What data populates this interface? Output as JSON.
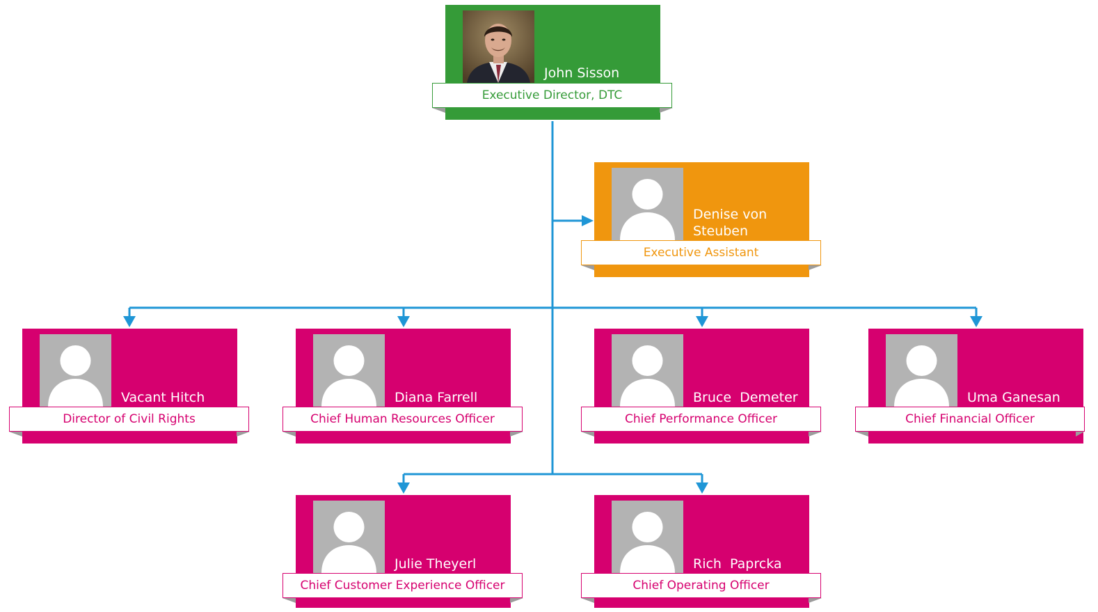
{
  "colors": {
    "connector": "#1f96d6",
    "executive": "#359b38",
    "assistant": "#f0960e",
    "direct_report": "#d6006f",
    "placeholder_photo": "#b3b3b3"
  },
  "org": {
    "head": {
      "name": "John Sisson",
      "title": "Executive Director, DTC",
      "photo": "portrait-photo"
    },
    "assistant": {
      "name": "Denise von Steuben",
      "name_line1": "Denise von",
      "name_line2": "Steuben",
      "title": "Executive Assistant",
      "photo": "person-silhouette-icon"
    },
    "reports_row1": [
      {
        "name": "Vacant Hitch",
        "title": "Director of Civil Rights",
        "photo": "person-silhouette-icon"
      },
      {
        "name": "Diana Farrell",
        "title": "Chief Human Resources Officer",
        "photo": "person-silhouette-icon"
      },
      {
        "name": "Bruce  Demeter",
        "title": "Chief Performance Officer",
        "photo": "person-silhouette-icon"
      },
      {
        "name": "Uma Ganesan",
        "title": "Chief Financial Officer",
        "photo": "person-silhouette-icon"
      }
    ],
    "reports_row2": [
      {
        "name": "Julie Theyerl",
        "title": "Chief Customer Experience Officer",
        "photo": "person-silhouette-icon"
      },
      {
        "name": "Rich  Paprcka",
        "title": "Chief Operating Officer",
        "photo": "person-silhouette-icon"
      }
    ]
  }
}
